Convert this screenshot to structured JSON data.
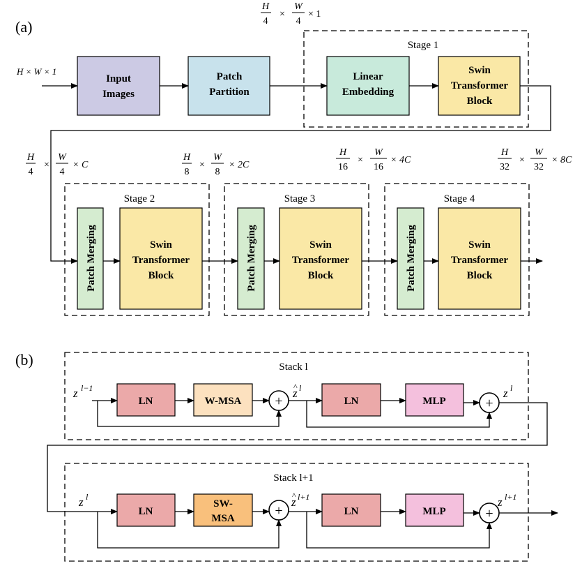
{
  "panel_a": {
    "label": "(a)",
    "input_dim": "H × W × 1",
    "dim_quarter_1": {
      "h": "H",
      "hd": "4",
      "w": "W",
      "wd": "4",
      "tail": "× 1"
    },
    "dim_quarter_c": {
      "h": "H",
      "hd": "4",
      "w": "W",
      "wd": "4",
      "tail": "× C"
    },
    "dim_eighth": {
      "h": "H",
      "hd": "8",
      "w": "W",
      "wd": "8",
      "tail": "× 2C"
    },
    "dim_sixteenth": {
      "h": "H",
      "hd": "16",
      "w": "W",
      "wd": "16",
      "tail": "× 4C"
    },
    "dim_thirtysecond": {
      "h": "H",
      "hd": "32",
      "w": "W",
      "wd": "32",
      "tail": "× 8C"
    },
    "input_images": [
      "Input",
      "Images"
    ],
    "patch_partition": [
      "Patch",
      "Partition"
    ],
    "linear_embedding": [
      "Linear",
      "Embedding"
    ],
    "swin_block": [
      "Swin",
      "Transformer",
      "Block"
    ],
    "patch_merging": "Patch Merging",
    "stage1": "Stage 1",
    "stage2": "Stage 2",
    "stage3": "Stage 3",
    "stage4": "Stage 4"
  },
  "panel_b": {
    "label": "(b)",
    "stack_l": "Stack l",
    "stack_l1": "Stack l+1",
    "ln": "LN",
    "wmsa": "W-MSA",
    "swmsa": [
      "SW-",
      "MSA"
    ],
    "mlp": "MLP",
    "plus": "+",
    "z": "z",
    "sup_lm1": "l−1",
    "sup_l": "l",
    "sup_lp1": "l+1",
    "hat": "^"
  },
  "colors": {
    "input_images": "#cccae4",
    "patch_partition": "#c8e2ec",
    "linear_embedding": "#c8eadb",
    "swin_block": "#fae8a6",
    "patch_merging": "#d5ecd0",
    "ln": "#eba9a9",
    "wmsa": "#fce1bf",
    "swmsa": "#f9c07c",
    "mlp": "#f4c0dd"
  }
}
